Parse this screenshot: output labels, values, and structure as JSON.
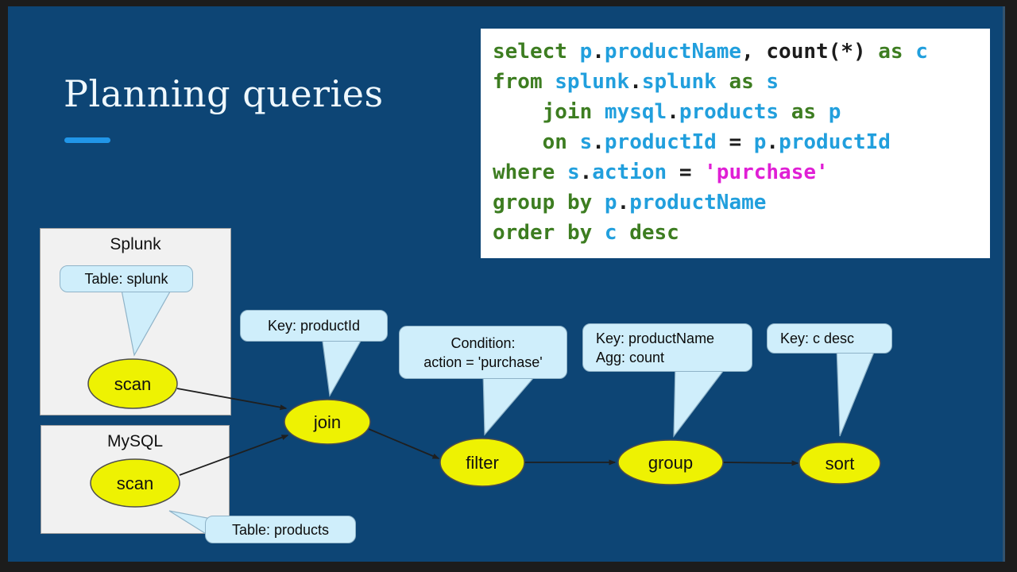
{
  "slide": {
    "title": "Planning queries"
  },
  "code": {
    "colors": {
      "kw": "#3d7d21",
      "id": "#219fdd",
      "pu": "#1c1c1c",
      "pl": "#1c1c1c",
      "str": "#e01fd5"
    },
    "lines": [
      [
        [
          "kw",
          "select"
        ],
        [
          "pl",
          " "
        ],
        [
          "id",
          "p"
        ],
        [
          "pu",
          "."
        ],
        [
          "id",
          "productName"
        ],
        [
          "pu",
          ","
        ],
        [
          "pl",
          " "
        ],
        [
          "pu",
          "count(*)"
        ],
        [
          "pl",
          " "
        ],
        [
          "kw",
          "as"
        ],
        [
          "pl",
          " "
        ],
        [
          "id",
          "c"
        ]
      ],
      [
        [
          "kw",
          "from"
        ],
        [
          "pl",
          " "
        ],
        [
          "id",
          "splunk"
        ],
        [
          "pu",
          "."
        ],
        [
          "id",
          "splunk"
        ],
        [
          "pl",
          " "
        ],
        [
          "kw",
          "as"
        ],
        [
          "pl",
          " "
        ],
        [
          "id",
          "s"
        ]
      ],
      [
        [
          "pl",
          "    "
        ],
        [
          "kw",
          "join"
        ],
        [
          "pl",
          " "
        ],
        [
          "id",
          "mysql"
        ],
        [
          "pu",
          "."
        ],
        [
          "id",
          "products"
        ],
        [
          "pl",
          " "
        ],
        [
          "kw",
          "as"
        ],
        [
          "pl",
          " "
        ],
        [
          "id",
          "p"
        ]
      ],
      [
        [
          "pl",
          "    "
        ],
        [
          "kw",
          "on"
        ],
        [
          "pl",
          " "
        ],
        [
          "id",
          "s"
        ],
        [
          "pu",
          "."
        ],
        [
          "id",
          "productId"
        ],
        [
          "pl",
          " "
        ],
        [
          "pu",
          "="
        ],
        [
          "pl",
          " "
        ],
        [
          "id",
          "p"
        ],
        [
          "pu",
          "."
        ],
        [
          "id",
          "productId"
        ]
      ],
      [
        [
          "kw",
          "where"
        ],
        [
          "pl",
          " "
        ],
        [
          "id",
          "s"
        ],
        [
          "pu",
          "."
        ],
        [
          "id",
          "action"
        ],
        [
          "pl",
          " "
        ],
        [
          "pu",
          "="
        ],
        [
          "pl",
          " "
        ],
        [
          "str",
          "'purchase'"
        ]
      ],
      [
        [
          "kw",
          "group"
        ],
        [
          "pl",
          " "
        ],
        [
          "kw",
          "by"
        ],
        [
          "pl",
          " "
        ],
        [
          "id",
          "p"
        ],
        [
          "pu",
          "."
        ],
        [
          "id",
          "productName"
        ]
      ],
      [
        [
          "kw",
          "order"
        ],
        [
          "pl",
          " "
        ],
        [
          "kw",
          "by"
        ],
        [
          "pl",
          " "
        ],
        [
          "id",
          "c"
        ],
        [
          "pl",
          " "
        ],
        [
          "kw",
          "desc"
        ]
      ]
    ]
  },
  "diagram": {
    "boxes": [
      {
        "label": "Splunk"
      },
      {
        "label": "MySQL"
      }
    ],
    "nodes": {
      "scan_splunk": "scan",
      "scan_mysql": "scan",
      "join": "join",
      "filter": "filter",
      "group": "group",
      "sort": "sort"
    },
    "callouts": {
      "table_splunk": "Table: splunk",
      "table_products": "Table: products",
      "join_key": "Key: productId",
      "filter_line1": "Condition:",
      "filter_line2": "action = 'purchase'",
      "group_line1": "Key: productName",
      "group_line2": "Agg: count",
      "sort_key": "Key: c desc"
    },
    "colors": {
      "slide_bg": "#0d4575",
      "accent": "#2196e8",
      "node_fill": "#eef202",
      "node_stroke": "#4d4d4d",
      "callout_fill": "#cfeefb",
      "callout_stroke": "#8fb3c8",
      "box_fill": "#f1f1f1",
      "arrow": "#1f1f1f"
    }
  }
}
